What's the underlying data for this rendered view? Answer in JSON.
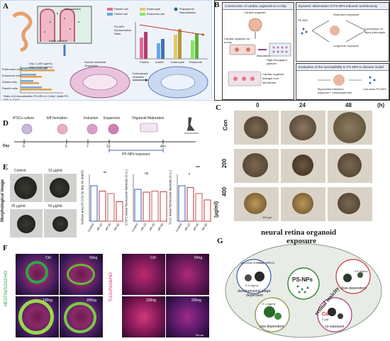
{
  "panel_labels": {
    "a": "A",
    "b": "B",
    "c": "C",
    "d": "D",
    "e": "E",
    "f": "F",
    "g": "G"
  },
  "panelA": {
    "legend": [
      "Paneth cell",
      "Goblet cell",
      "Enterocyte",
      "Endocrine cell",
      "Polystyrene Nanoplastics"
    ],
    "nanoplastics": "Nanoplastics",
    "small_intestine": "Small intestine",
    "organoids": "Human Intestinal Organoids",
    "endocytosis": "Endocytosis Inhibition",
    "bar_legend": [
      "Day 1 (100 µg/mL)",
      "Day 3 (100 µg/mL)"
    ],
    "rows": [
      "Enterocyte cells",
      "Endocrine cells",
      "Goblet cells",
      "Paneth cells"
    ],
    "xaxis": "Ratio of (Colocalization PS-NPs in Cells) / (total PS-NPs in Cells)",
    "yaxis": "PS-NPs Accumulation Ratio",
    "cat_labels": [
      "Paneth",
      "Goblet",
      "Enterocyte",
      "Endocrine"
    ]
  },
  "panelB": {
    "s1": "Construction of cardiac organoid-on-a-chip",
    "s2": "Dynamic observation of PS-NPs-induced cardiotoxicity",
    "s3": "Evaluation of the susceptibility to PS-NPs in disease model",
    "cardiac_organoid": "Cardiac organoid",
    "chip": "Cardiac organoid on-a-chip",
    "maturation": "Maturation",
    "platform": "High-throughput platform",
    "chip_legend": [
      "Cardiac organoid",
      "Matrigel core",
      "Membrane"
    ],
    "psnps": "PS-NPs",
    "short": "Short-term exposure",
    "long": "Long-term exposure",
    "compare": "Comparison of injury phenotype",
    "mi": "Myocardial infarction",
    "mi_sub": "(Hypoxia + norepinephrine)",
    "lowdose": "Low-dose PS-NPs"
  },
  "panelC": {
    "times": [
      "0",
      "24",
      "48"
    ],
    "time_unit": "(h)",
    "rows": [
      "Con",
      "200",
      "400"
    ],
    "unit": "(µg/ml)",
    "scale": "100 µm"
  },
  "panelD": {
    "stages": [
      "iPSCs culture",
      "EB formation",
      "Induction",
      "Expansion",
      "Organoid Maturation"
    ],
    "day_label": "Day",
    "days": [
      "0",
      "5",
      "7",
      "10",
      "40+"
    ],
    "exposure": "PP-NPs exposure"
  },
  "panelE": {
    "side_label": "Morphological image",
    "img_labels": [
      "Control",
      "10 µg/mL",
      "25 µg/mL",
      "50 µg/mL"
    ],
    "charts": [
      {
        "ylabel": "Surface area of COs (at day 40 (mm²))",
        "sig": "**",
        "categories": [
          "Control",
          "PP-10",
          "PP-25",
          "PP-50"
        ],
        "values": [
          1.0,
          0.85,
          0.78,
          0.55
        ],
        "ylim": [
          0,
          1.2
        ]
      },
      {
        "ylabel": "CTIP2 mean fluorescent intensity (A.U.)",
        "sig": "ns",
        "categories": [
          "Control",
          "PP-10",
          "PP-25",
          "PP-50"
        ],
        "values": [
          0.9,
          0.82,
          0.85,
          0.83
        ],
        "ylim": [
          0,
          1.2
        ]
      },
      {
        "ylabel": "TUJ1 mean fluorescent intensity (A.U.)",
        "sig": "***",
        "sig2": "*",
        "categories": [
          "Control",
          "PP-10",
          "PP-25",
          "PP-50"
        ],
        "values": [
          1.0,
          0.95,
          0.78,
          0.6
        ],
        "ylim": [
          0,
          1.2
        ]
      }
    ]
  },
  "panelF": {
    "left_side": "NESTIN/SOX2/HO",
    "right_side": "TUJ1/PAX6/HO",
    "labels": [
      "Ctrl",
      "50ng",
      "100ng",
      "200ng"
    ],
    "scale": "50 µm"
  },
  "panelG": {
    "title1": "neural retina organoid",
    "title2": "exposure",
    "center": "PS-NPs",
    "arc": "retinal toxicity",
    "items": [
      {
        "label": "developmental stage-dependent",
        "sub1": "pre-early hNROs",
        "sub2": "early hNROs",
        "conc": "0.5 mg/mL"
      },
      {
        "label": "dose-dependent",
        "conc": "0.5 mg/mL"
      },
      {
        "label": "size-dependent",
        "conc": "0.1 mg/mL"
      },
      {
        "label": "co-exposure",
        "cd": "Cd",
        "cdconc": "2 µM"
      }
    ]
  },
  "chart_data": [
    {
      "type": "bar",
      "title": "",
      "xlabel": "",
      "ylabel": "Surface area of COs (at day 40 (mm²))",
      "categories": [
        "Control",
        "PP-10",
        "PP-25",
        "PP-50"
      ],
      "values": [
        1.0,
        0.85,
        0.78,
        0.55
      ],
      "ylim": [
        0,
        1.2
      ]
    },
    {
      "type": "bar",
      "title": "",
      "xlabel": "",
      "ylabel": "CTIP2 mean fluorescent intensity (A.U.)",
      "categories": [
        "Control",
        "PP-10",
        "PP-25",
        "PP-50"
      ],
      "values": [
        0.9,
        0.82,
        0.85,
        0.83
      ],
      "ylim": [
        0,
        1.2
      ]
    },
    {
      "type": "bar",
      "title": "",
      "xlabel": "",
      "ylabel": "TUJ1 mean fluorescent intensity (A.U.)",
      "categories": [
        "Control",
        "PP-10",
        "PP-25",
        "PP-50"
      ],
      "values": [
        1.0,
        0.95,
        0.78,
        0.6
      ],
      "ylim": [
        0,
        1.2
      ]
    }
  ]
}
